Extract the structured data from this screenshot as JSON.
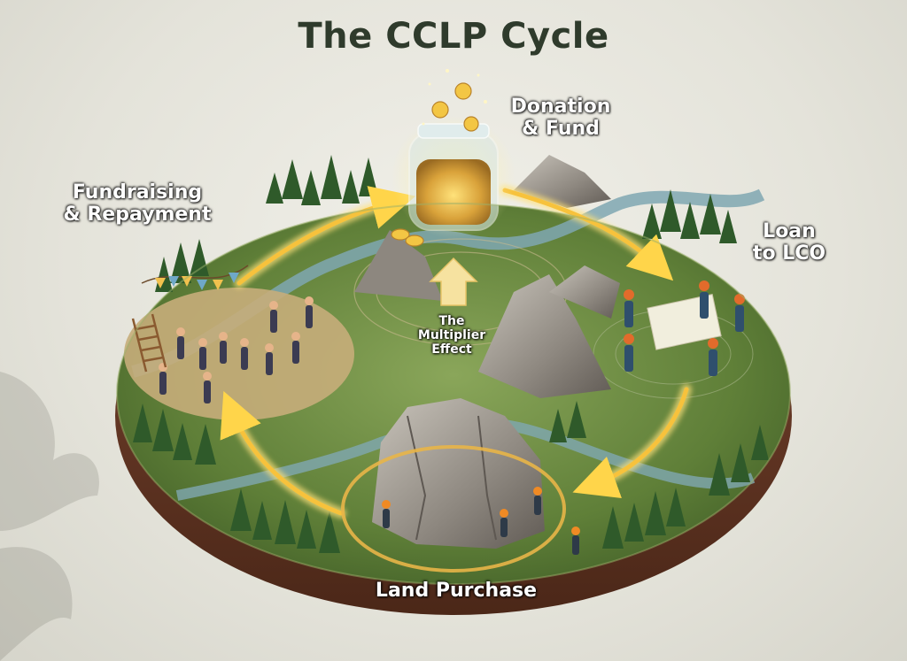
{
  "title": "The CCLP Cycle",
  "stages": {
    "donation": "Donation\n& Fund",
    "loan": "Loan\nto LCO",
    "land": "Land Purchase",
    "fundraising": "Fundraising\n& Repayment"
  },
  "center_label": "The\nMultiplier\nEffect",
  "colors": {
    "title": "#2f3b2c",
    "arrow_glow": "#f7c23c",
    "grass": "#6d8f3f",
    "soil": "#6b3b26",
    "water": "#7fa7b1"
  }
}
